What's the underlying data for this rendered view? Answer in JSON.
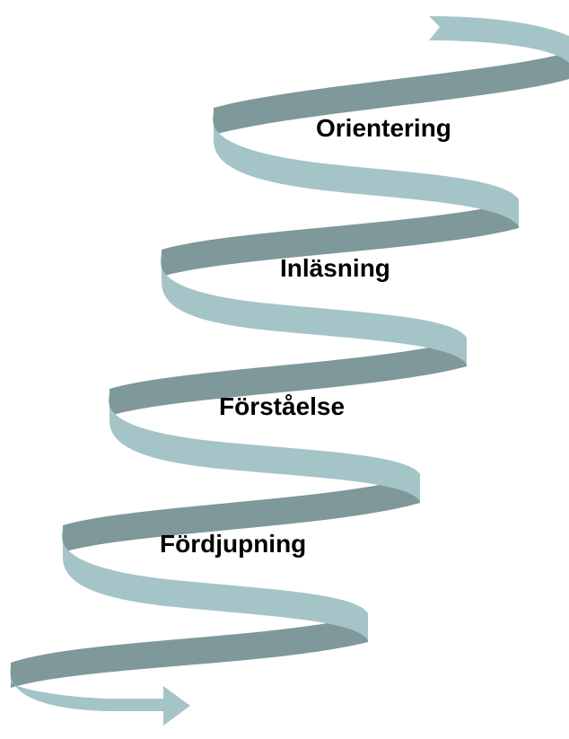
{
  "diagram": {
    "stages": [
      {
        "id": "orientering",
        "label": "Orientering"
      },
      {
        "id": "inlasning",
        "label": "Inläsning"
      },
      {
        "id": "forstaelse",
        "label": "Förståelse"
      },
      {
        "id": "fordjupning",
        "label": "Fördjupning"
      }
    ]
  },
  "colors": {
    "ribbon_front": "#a5c4c8",
    "ribbon_back": "#7f989a",
    "label_text": "#000000",
    "background": "#ffffff"
  }
}
